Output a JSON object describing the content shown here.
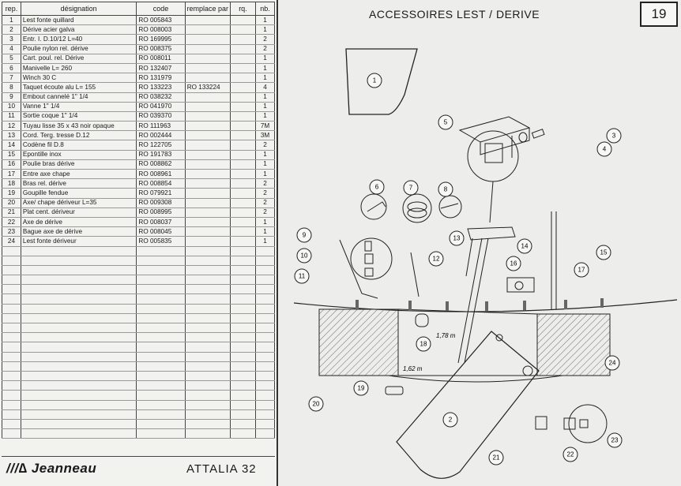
{
  "table": {
    "headers": {
      "rep": "rep.",
      "designation": "désignation",
      "code": "code",
      "remplace": "remplace par",
      "rq": "rq.",
      "nb": "nb."
    },
    "rows": [
      {
        "rep": "1",
        "designation": "Lest fonte quillard",
        "code": "RO 005843",
        "remplace": "",
        "rq": "",
        "nb": "1"
      },
      {
        "rep": "2",
        "designation": "Dérive acier galva",
        "code": "RO 008003",
        "remplace": "",
        "rq": "",
        "nb": "1"
      },
      {
        "rep": "3",
        "designation": "Entr. I. D.10/12  L=40",
        "code": "RO 169995",
        "remplace": "",
        "rq": "",
        "nb": "2"
      },
      {
        "rep": "4",
        "designation": "Poulie nylon rel. dérive",
        "code": "RO 008375",
        "remplace": "",
        "rq": "",
        "nb": "2"
      },
      {
        "rep": "5",
        "designation": "Cart. poul. rel. Dérive",
        "code": "RO 008011",
        "remplace": "",
        "rq": "",
        "nb": "1"
      },
      {
        "rep": "6",
        "designation": "Manivelle L= 260",
        "code": "RO 132407",
        "remplace": "",
        "rq": "",
        "nb": "1"
      },
      {
        "rep": "7",
        "designation": "Winch 30 C",
        "code": "RO 131979",
        "remplace": "",
        "rq": "",
        "nb": "1"
      },
      {
        "rep": "8",
        "designation": "Taquet écoute alu L= 155",
        "code": "RO 133223",
        "remplace": "RO 133224",
        "rq": "",
        "nb": "4"
      },
      {
        "rep": "9",
        "designation": "Embout cannelé 1\" 1/4",
        "code": "RO 038232",
        "remplace": "",
        "rq": "",
        "nb": "1"
      },
      {
        "rep": "10",
        "designation": "Vanne 1\" 1/4",
        "code": "RO 041970",
        "remplace": "",
        "rq": "",
        "nb": "1"
      },
      {
        "rep": "11",
        "designation": "Sortie coque 1\" 1/4",
        "code": "RO 039370",
        "remplace": "",
        "rq": "",
        "nb": "1"
      },
      {
        "rep": "12",
        "designation": "Tuyau lisse 35 x 43 noir opaque",
        "code": "RO 111963",
        "remplace": "",
        "rq": "",
        "nb": "7M"
      },
      {
        "rep": "13",
        "designation": "Cord. Terg. tresse D.12",
        "code": "RO 002444",
        "remplace": "",
        "rq": "",
        "nb": "3M"
      },
      {
        "rep": "14",
        "designation": "Codène fil D.8",
        "code": "RO 122705",
        "remplace": "",
        "rq": "",
        "nb": "2"
      },
      {
        "rep": "15",
        "designation": "Epontille inox",
        "code": "RO 191783",
        "remplace": "",
        "rq": "",
        "nb": "1"
      },
      {
        "rep": "16",
        "designation": "Poulie bras dérive",
        "code": "RO 008862",
        "remplace": "",
        "rq": "",
        "nb": "1"
      },
      {
        "rep": "17",
        "designation": "Entre axe chape",
        "code": "RO 008961",
        "remplace": "",
        "rq": "",
        "nb": "1"
      },
      {
        "rep": "18",
        "designation": "Bras rel. dérive",
        "code": "RO 008854",
        "remplace": "",
        "rq": "",
        "nb": "2"
      },
      {
        "rep": "19",
        "designation": "Goupille fendue",
        "code": "RO 079921",
        "remplace": "",
        "rq": "",
        "nb": "2"
      },
      {
        "rep": "20",
        "designation": "Axe/ chape dériveur L=35",
        "code": "RO 009308",
        "remplace": "",
        "rq": "",
        "nb": "2"
      },
      {
        "rep": "21",
        "designation": "Plat cent. dériveur",
        "code": "RO 008995",
        "remplace": "",
        "rq": "",
        "nb": "2"
      },
      {
        "rep": "22",
        "designation": "Axe de dérive",
        "code": "RO 008037",
        "remplace": "",
        "rq": "",
        "nb": "1"
      },
      {
        "rep": "23",
        "designation": "Bague axe de dérive",
        "code": "RO 008045",
        "remplace": "",
        "rq": "",
        "nb": "1"
      },
      {
        "rep": "24",
        "designation": "Lest fonte dériveur",
        "code": "RO 005835",
        "remplace": "",
        "rq": "",
        "nb": "1"
      }
    ],
    "empty_rows": 20
  },
  "footer": {
    "brand": "///∆ Jeanneau",
    "model": "ATTALIA  32"
  },
  "page": {
    "title": "ACCESSOIRES LEST / DERIVE",
    "number": "19"
  },
  "drawing": {
    "callouts": [
      "1",
      "2",
      "3",
      "4",
      "5",
      "6",
      "7",
      "8",
      "9",
      "10",
      "11",
      "12",
      "13",
      "14",
      "15",
      "16",
      "17",
      "18",
      "19",
      "20",
      "21",
      "22",
      "23",
      "24"
    ],
    "dimensions": [
      "1,78 m",
      "1,62 m"
    ]
  }
}
